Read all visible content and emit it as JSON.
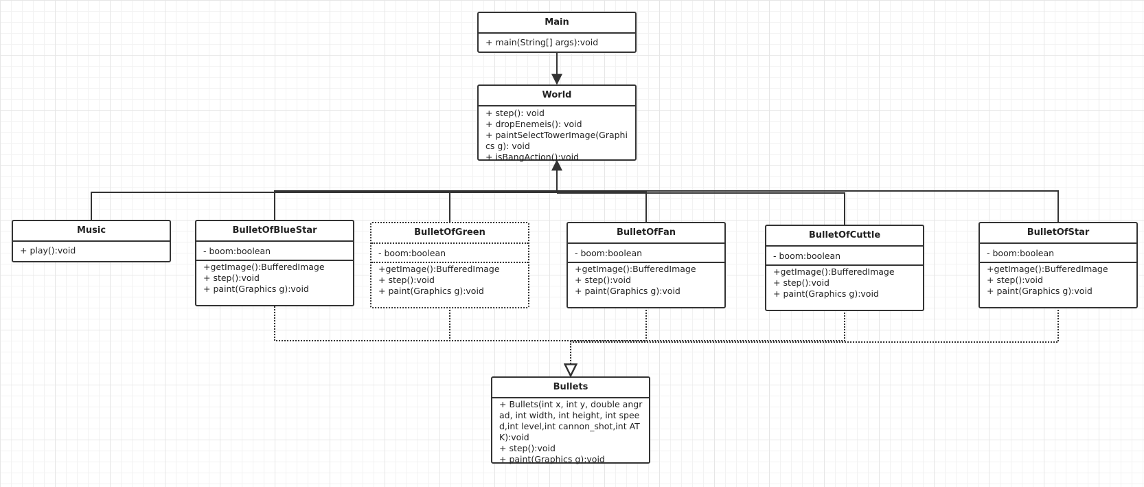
{
  "classes": {
    "main": {
      "name": "Main",
      "methods": [
        "+ main(String[] args):void"
      ]
    },
    "world": {
      "name": "World",
      "methods": [
        "+ step(): void",
        "+ dropEnemeis(): void",
        "+ paintSelectTowerImage(Graphics g): void",
        "+ isBangAction():void"
      ]
    },
    "music": {
      "name": "Music",
      "methods": [
        "+ play():void"
      ]
    },
    "blue_star": {
      "name": "BulletOfBlueStar",
      "attributes": [
        "- boom:boolean"
      ],
      "methods": [
        "+getImage():BufferedImage",
        "+ step():void",
        "+ paint(Graphics g):void"
      ]
    },
    "green": {
      "name": "BulletOfGreen",
      "attributes": [
        "- boom:boolean"
      ],
      "methods": [
        "+getImage():BufferedImage",
        "+ step():void",
        "+ paint(Graphics g):void"
      ]
    },
    "fan": {
      "name": "BulletOfFan",
      "attributes": [
        "- boom:boolean"
      ],
      "methods": [
        "+getImage():BufferedImage",
        "+ step():void",
        "+ paint(Graphics g):void"
      ]
    },
    "cuttle": {
      "name": "BulletOfCuttle",
      "attributes": [
        "- boom:boolean"
      ],
      "methods": [
        "+getImage():BufferedImage",
        "+ step():void",
        "+ paint(Graphics g):void"
      ]
    },
    "star": {
      "name": "BulletOfStar",
      "attributes": [
        "- boom:boolean"
      ],
      "methods": [
        "+getImage():BufferedImage",
        "+ step():void",
        "+ paint(Graphics g):void"
      ]
    },
    "bullets": {
      "name": "Bullets",
      "methods": [
        "+ Bullets(int x, int y, double angrad, int width, int height, int speed,int level,int cannon_shot,int ATK):void",
        "+ step():void",
        "+ paint(Graphics g):void"
      ]
    }
  },
  "relations": [
    {
      "from": "Main",
      "to": "World",
      "kind": "association"
    },
    {
      "from": "Music",
      "to": "World",
      "kind": "association"
    },
    {
      "from": "BulletOfBlueStar",
      "to": "World",
      "kind": "association"
    },
    {
      "from": "BulletOfGreen",
      "to": "World",
      "kind": "association"
    },
    {
      "from": "BulletOfFan",
      "to": "World",
      "kind": "association"
    },
    {
      "from": "BulletOfCuttle",
      "to": "World",
      "kind": "association"
    },
    {
      "from": "BulletOfStar",
      "to": "World",
      "kind": "association"
    },
    {
      "from": "BulletOfBlueStar",
      "to": "Bullets",
      "kind": "realization"
    },
    {
      "from": "BulletOfGreen",
      "to": "Bullets",
      "kind": "realization"
    },
    {
      "from": "BulletOfFan",
      "to": "Bullets",
      "kind": "realization"
    },
    {
      "from": "BulletOfCuttle",
      "to": "Bullets",
      "kind": "realization"
    },
    {
      "from": "BulletOfStar",
      "to": "Bullets",
      "kind": "realization"
    }
  ],
  "colors": {
    "stroke": "#333333",
    "box_fill": "#ffffff",
    "grid": "#e6e6e6"
  }
}
